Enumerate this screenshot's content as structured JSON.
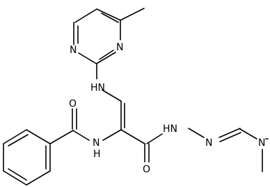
{
  "molecule": {
    "atoms": {
      "n_pyr_top": "N",
      "n_pyr_left": "N",
      "nh_amine": "HN",
      "o_amide": "O",
      "nh_amide": "N",
      "h_amide": "H",
      "o_carbonyl": "O",
      "hn_hydrazide": "HN",
      "n_hydrazide": "N",
      "n_dimethyl": "N"
    }
  },
  "colors": {
    "bond": "#000000",
    "label": "#000000",
    "background": "#ffffff"
  }
}
